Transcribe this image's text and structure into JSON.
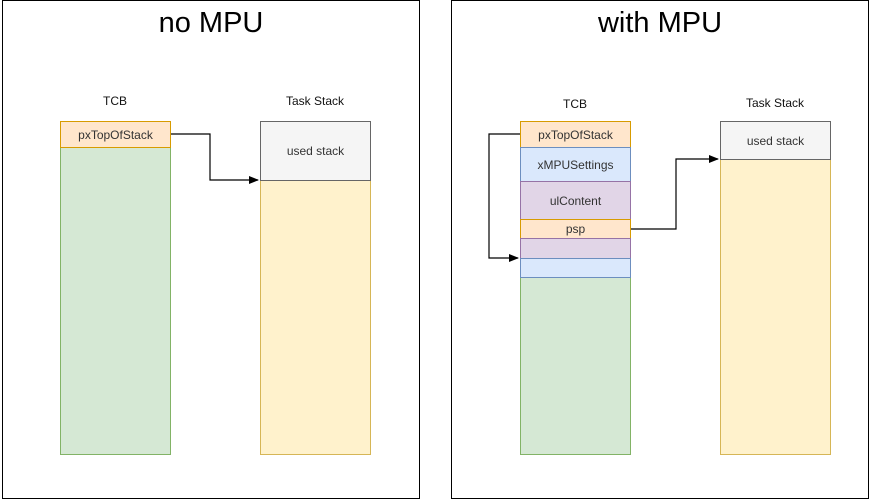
{
  "left_panel": {
    "title": "no MPU",
    "tcb_label": "TCB",
    "stack_label": "Task Stack",
    "tcb": {
      "top_field": "pxTopOfStack"
    },
    "stack": {
      "used_label": "used stack"
    }
  },
  "right_panel": {
    "title": "with MPU",
    "tcb_label": "TCB",
    "stack_label": "Task Stack",
    "tcb": {
      "top_field": "pxTopOfStack",
      "mpu_field": "xMPUSettings",
      "content_field": "ulContent",
      "psp_field": "psp"
    },
    "stack": {
      "used_label": "used stack"
    }
  },
  "colors": {
    "orange_fill": "#ffe6cc",
    "orange_stroke": "#d79b00",
    "green_fill": "#d5e8d4",
    "green_stroke": "#82b366",
    "yellow_fill": "#fff2cc",
    "yellow_stroke": "#d6b656",
    "gray_fill": "#f5f5f5",
    "gray_stroke": "#666666",
    "blue_fill": "#dae8fc",
    "blue_stroke": "#6c8ebf",
    "purple_fill": "#e1d5e7",
    "purple_stroke": "#9673a6"
  }
}
